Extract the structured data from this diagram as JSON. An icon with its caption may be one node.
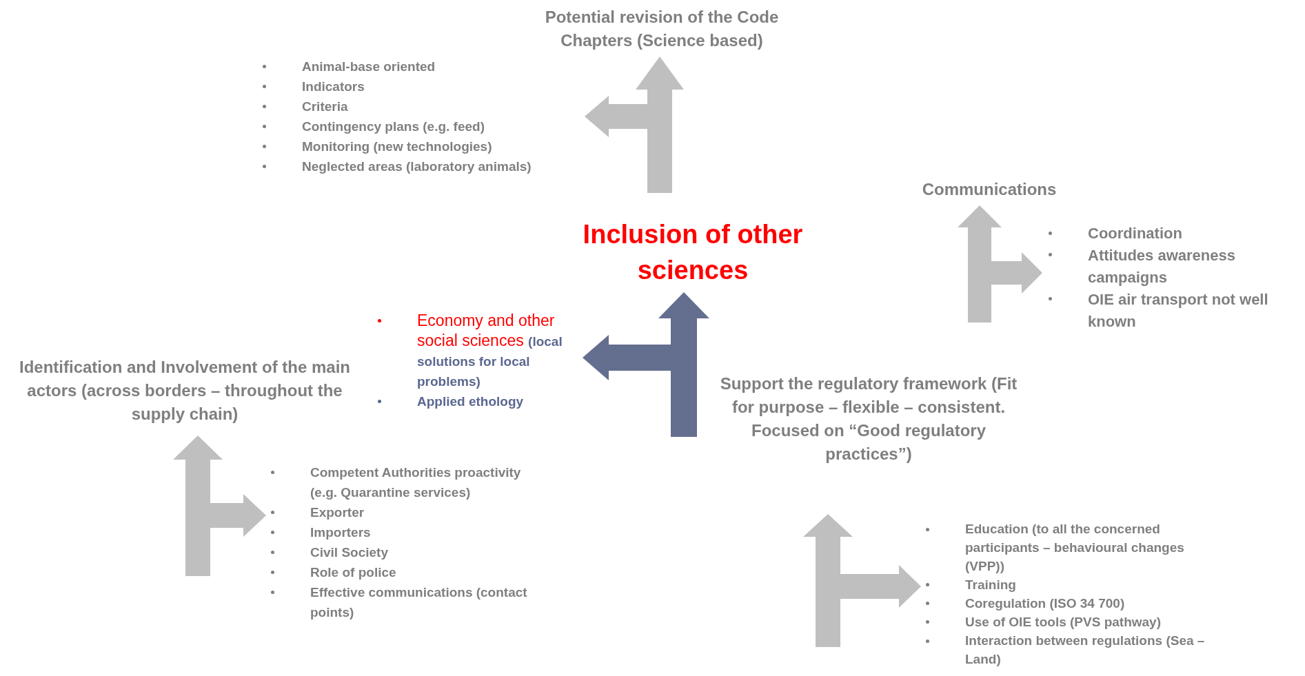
{
  "diagram": {
    "nodes": [
      {
        "text": [
          "Potential revision of the Code Chapters (Science based)"
        ]
      },
      {
        "text": [
          "Animal-base oriented",
          "Indicators",
          "Criteria",
          "Contingency plans (e.g. feed)",
          "Monitoring (new technologies)",
          "Neglected areas (laboratory animals)"
        ]
      },
      {
        "text": [
          "Communications"
        ]
      },
      {
        "text": [
          "Coordination",
          "Attitudes awareness campaigns",
          "OIE air transport not well known"
        ]
      },
      {
        "text": [
          "Inclusion of other sciences"
        ]
      },
      {
        "text": [
          "Economy and other social sciences **(local solutions for local problems)**",
          "Applied ethology"
        ]
      },
      {
        "text": [
          "Identification and Involvement of the main actors (across borders – throughout the supply chain)"
        ]
      },
      {
        "text": [
          "Competent Authorities proactivity (e.g. Quarantine services)",
          "Exporter",
          "Importers",
          "Civil Society",
          "Role of police",
          "Effective communications (contact points)"
        ]
      },
      {
        "text": [
          "Support the regulatory framework (Fit for purpose – flexible – consistent. Focused on “Good regulatory practices”)"
        ]
      },
      {
        "text": [
          "Education (to all the concerned participants – behavioural changes (VPP))",
          "Training",
          "Coregulation (ISO 34 700)",
          "Use of OIE tools (PVS pathway)",
          "Interaction between regulations (Sea – Land)"
        ]
      }
    ],
    "edges": [
      {
        "from": null,
        "to": 0,
        "arrow": "to"
      },
      {
        "from": null,
        "to": 1,
        "arrow": "to"
      },
      {
        "from": null,
        "to": 2,
        "arrow": "to"
      },
      {
        "from": null,
        "to": 3,
        "arrow": "to"
      },
      {
        "from": null,
        "to": 4,
        "arrow": "to",
        "color": "#646e8e"
      },
      {
        "from": null,
        "to": 5,
        "arrow": "to",
        "color": "#646e8e"
      },
      {
        "from": null,
        "to": 6,
        "arrow": "to"
      },
      {
        "from": null,
        "to": 7,
        "arrow": "to"
      },
      {
        "from": null,
        "to": 8,
        "arrow": "to"
      },
      {
        "from": null,
        "to": 9,
        "arrow": "to"
      }
    ]
  }
}
